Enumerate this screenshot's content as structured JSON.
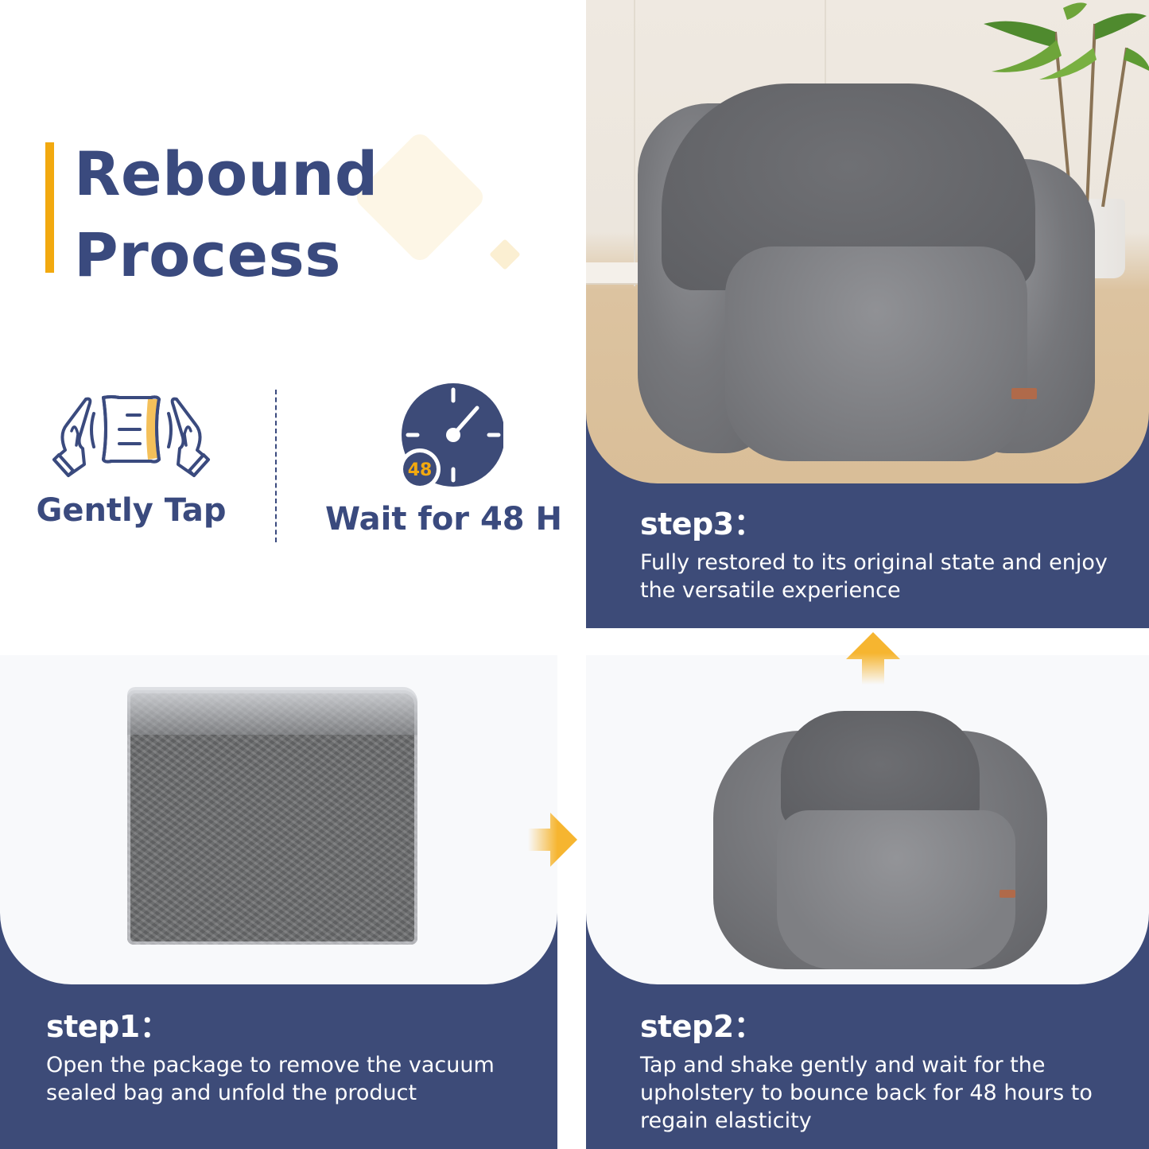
{
  "header": {
    "title_line1": "Rebound",
    "title_line2": "Process"
  },
  "features": [
    {
      "label": "Gently Tap",
      "icon": "hands-tapping-icon"
    },
    {
      "label": "Wait for 48 H",
      "icon": "clock-48-icon",
      "badge": "48"
    }
  ],
  "steps": [
    {
      "id": "step1",
      "title": "step1：",
      "description": "Open the package to remove the vacuum sealed bag and unfold the product",
      "image": "vacuum-sealed-chair-package"
    },
    {
      "id": "step2",
      "title": "step2：",
      "description": "Tap and shake gently and wait for the upholstery to bounce back for 48 hours to regain elasticity",
      "image": "partially-expanded-chair"
    },
    {
      "id": "step3",
      "title": "step3：",
      "description": "Fully restored to its original state and enjoy the versatile experience",
      "image": "fully-restored-chair-in-room"
    }
  ],
  "arrows": [
    {
      "direction": "right",
      "from": "step1",
      "to": "step2"
    },
    {
      "direction": "up",
      "from": "step2",
      "to": "step3"
    }
  ],
  "colors": {
    "navy": "#3d4b78",
    "heading": "#3a4a7e",
    "accent": "#f2a90f",
    "photo_bg": "#f8f9fb"
  }
}
